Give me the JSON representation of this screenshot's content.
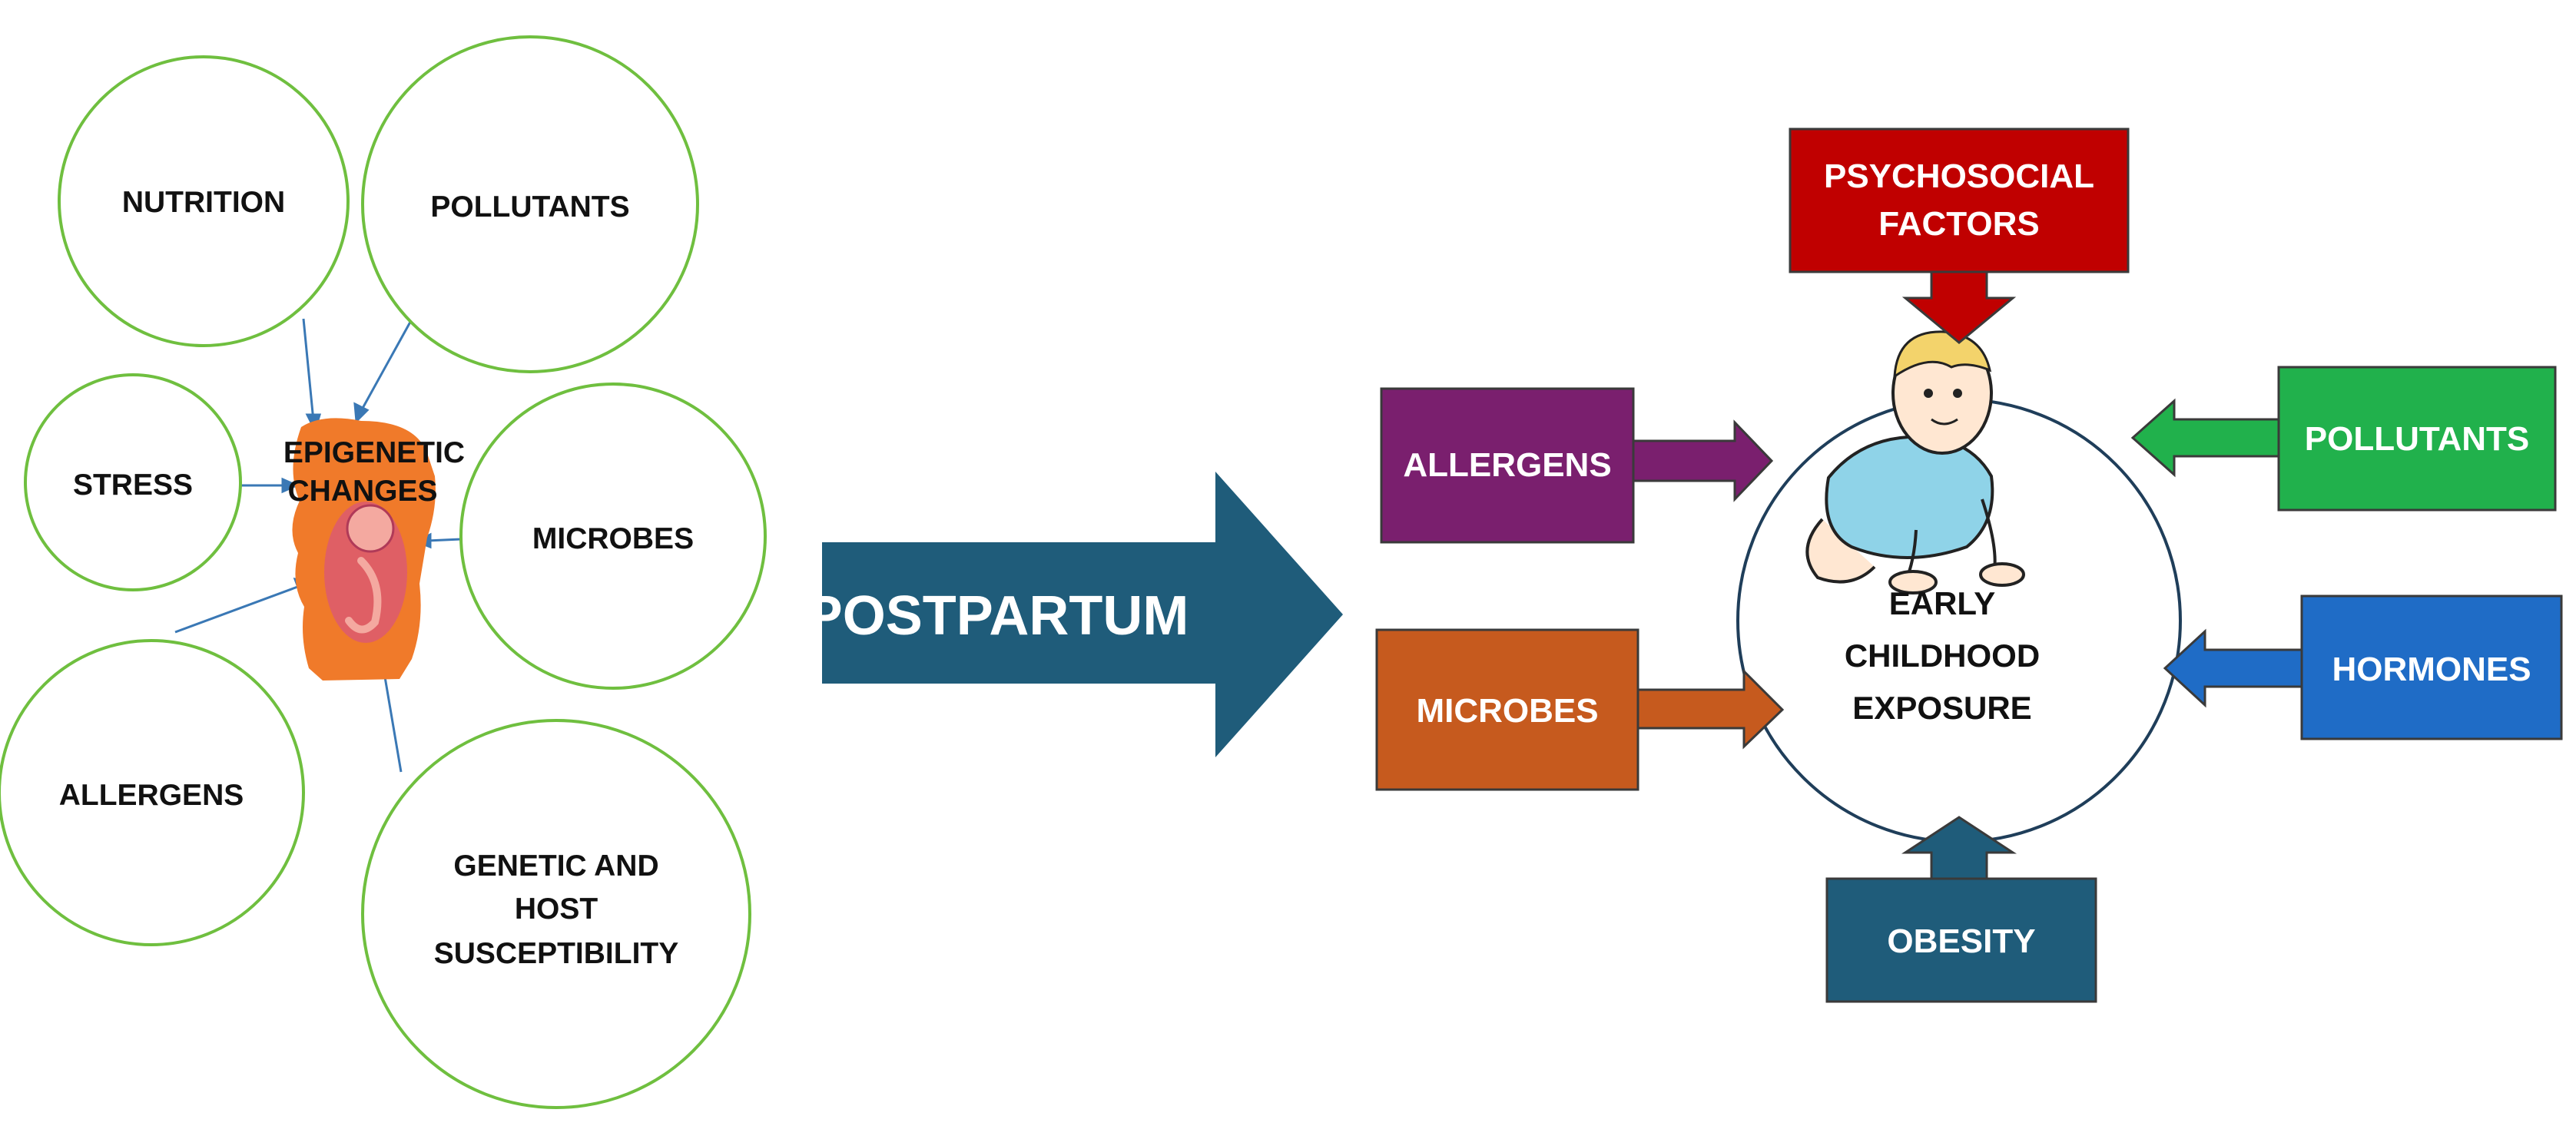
{
  "prenatal": {
    "center_label_line1": "EPIGENETIC",
    "center_label_line2": "CHANGES",
    "factors": [
      {
        "id": "nutrition",
        "lines": [
          "NUTRITION"
        ]
      },
      {
        "id": "pollutants",
        "lines": [
          "POLLUTANTS"
        ]
      },
      {
        "id": "stress",
        "lines": [
          "STRESS"
        ]
      },
      {
        "id": "microbes",
        "lines": [
          "MICROBES"
        ]
      },
      {
        "id": "allergens",
        "lines": [
          "ALLERGENS"
        ]
      },
      {
        "id": "genetic",
        "lines": [
          "GENETIC AND",
          "HOST",
          "SUSCEPTIBILITY"
        ]
      }
    ]
  },
  "transition": {
    "label": "POSTPARTUM"
  },
  "childhood": {
    "center_lines": [
      "EARLY",
      "CHILDHOOD",
      "EXPOSURE"
    ],
    "factors": [
      {
        "id": "psychosocial",
        "lines": [
          "PSYCHOSOCIAL",
          "FACTORS"
        ],
        "color": "#c00000"
      },
      {
        "id": "allergens",
        "lines": [
          "ALLERGENS"
        ],
        "color": "#7a1f6e"
      },
      {
        "id": "microbes",
        "lines": [
          "MICROBES"
        ],
        "color": "#c65a1e"
      },
      {
        "id": "pollutants",
        "lines": [
          "POLLUTANTS"
        ],
        "color": "#21b14c"
      },
      {
        "id": "hormones",
        "lines": [
          "HORMONES"
        ],
        "color": "#1f6cc6"
      },
      {
        "id": "obesity",
        "lines": [
          "OBESITY"
        ],
        "color": "#1f5c7a"
      }
    ]
  },
  "colors": {
    "circle_outline": "#6fbf3f",
    "connector": "#3a78b5",
    "postpartum_arrow": "#1f5c7a",
    "fetus_highlight": "#f07a2a"
  }
}
